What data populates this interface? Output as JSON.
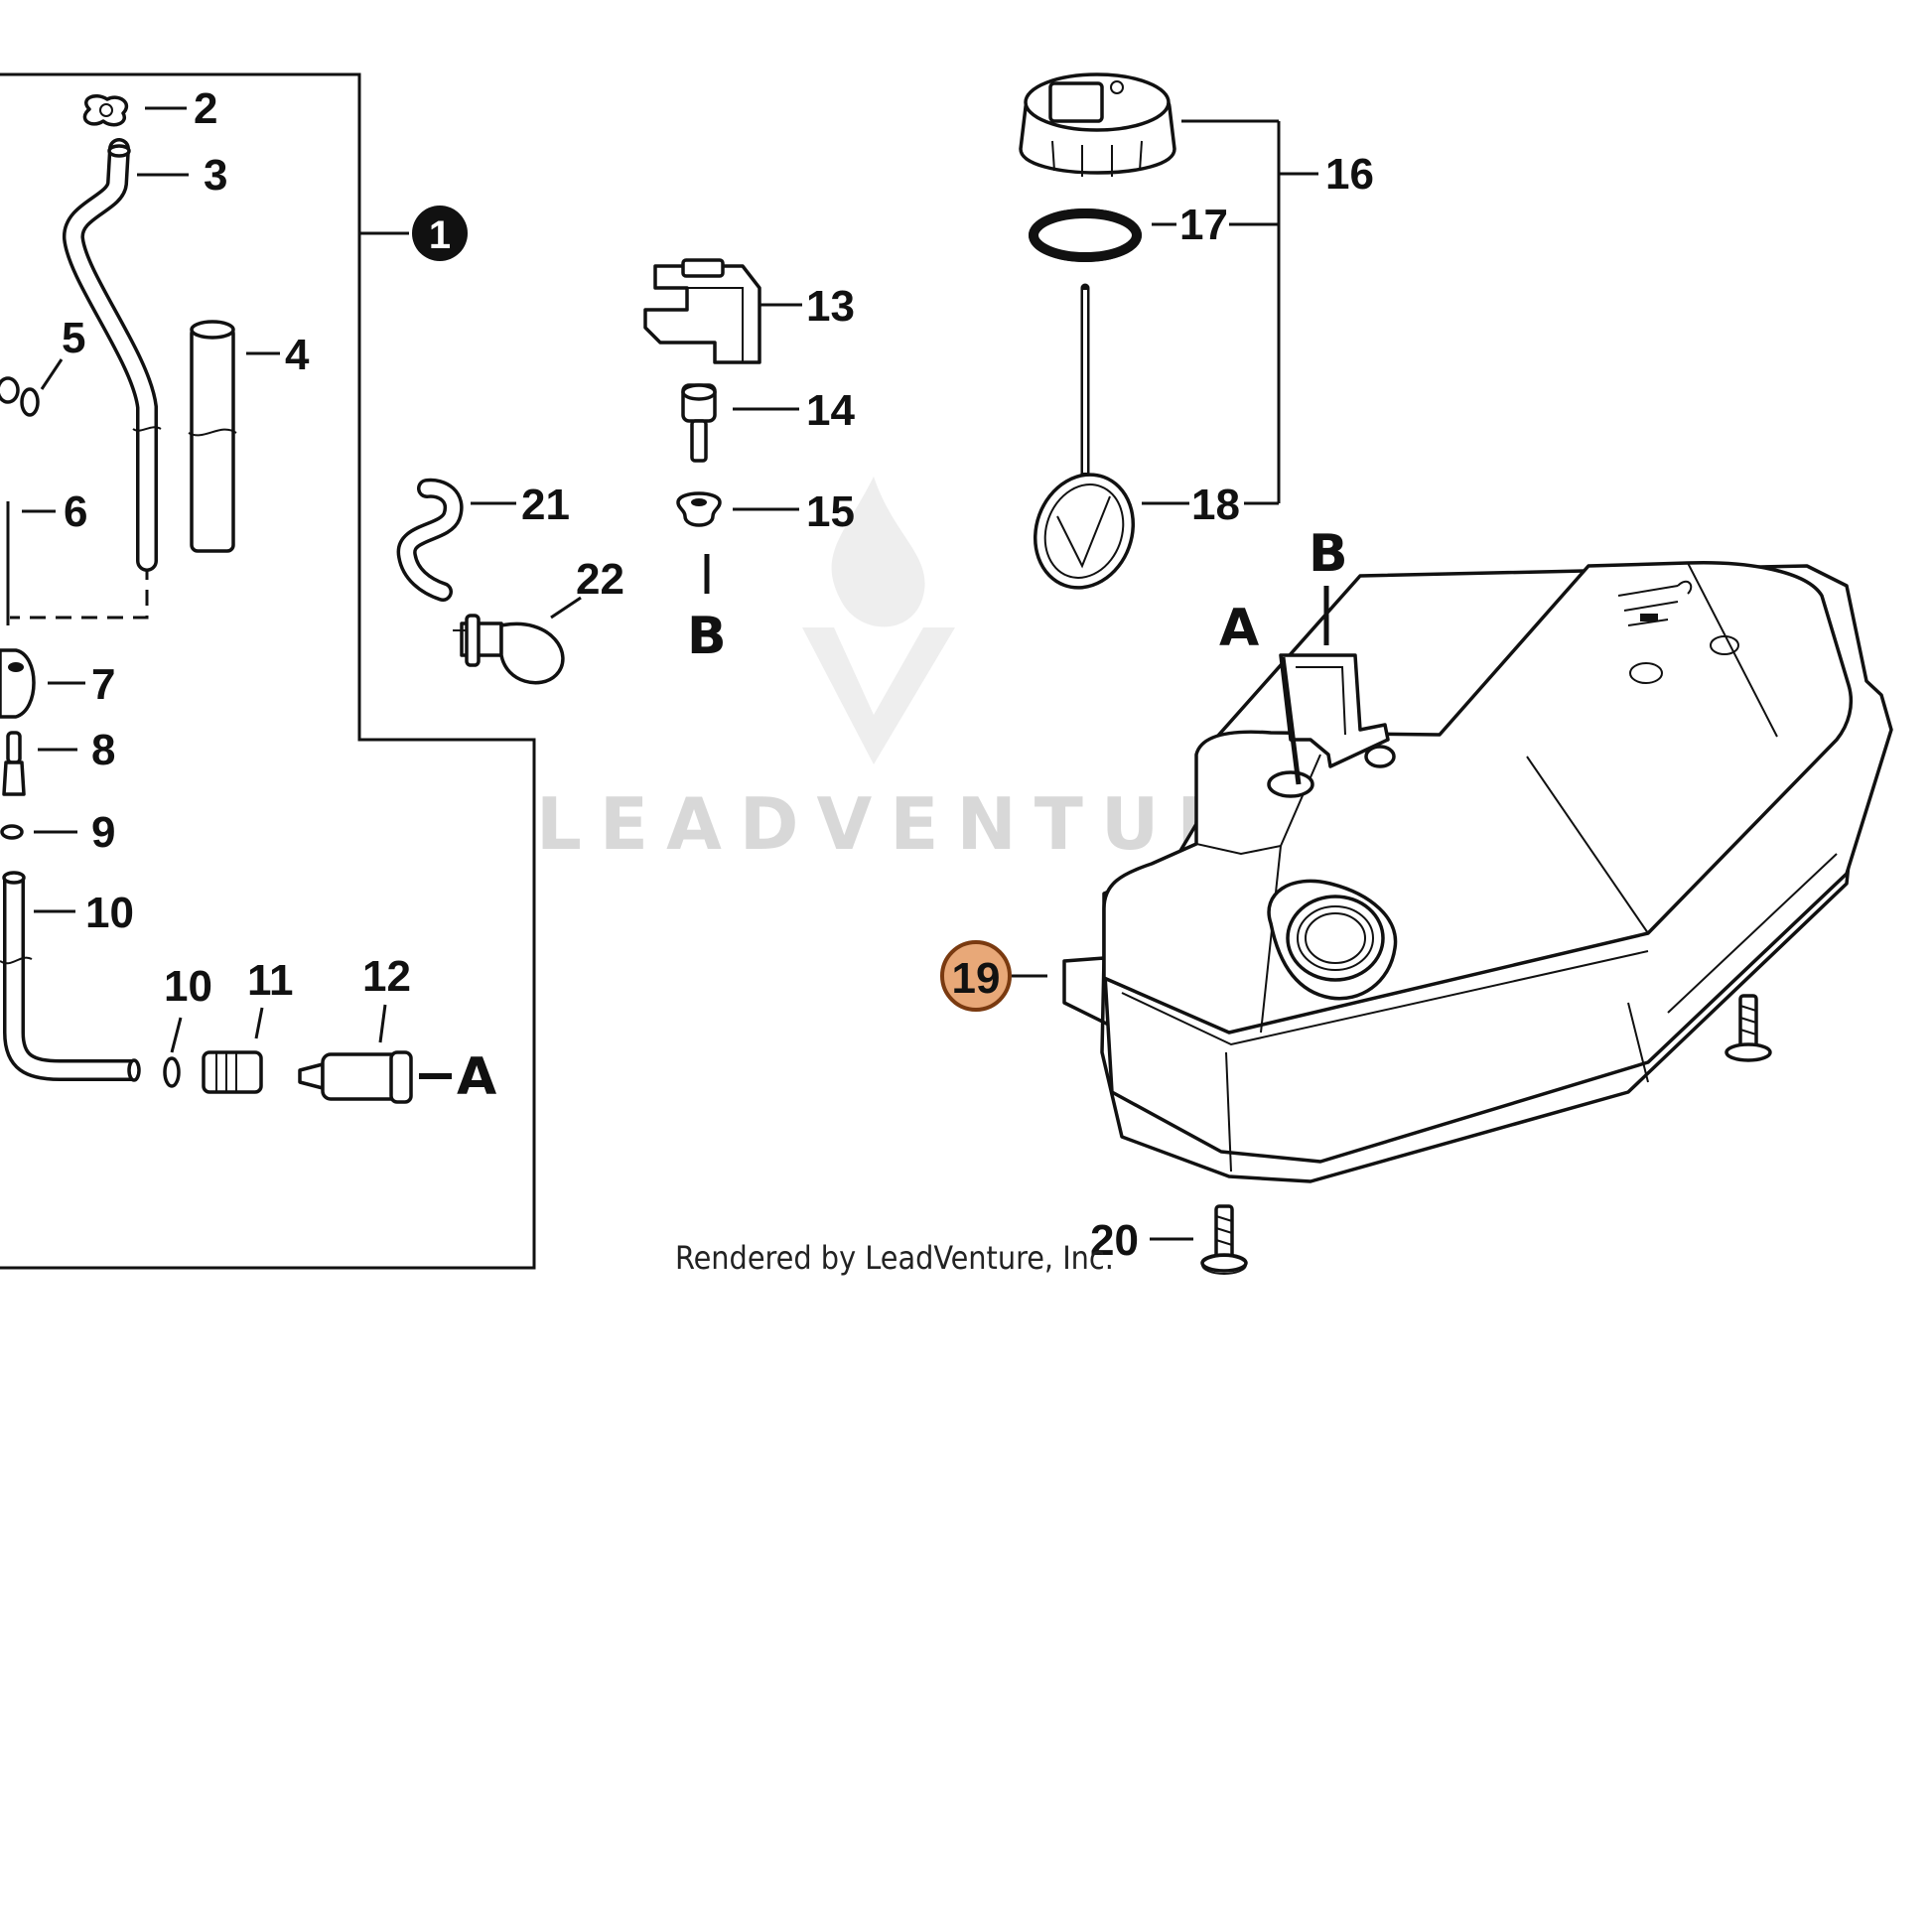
{
  "watermark": "LEADVENTURE",
  "credit": "Rendered by LeadVenture, Inc.",
  "group_marker": "1",
  "highlight_color": "#e8a878",
  "highlighted_callout": "19",
  "callouts": {
    "c2": "2",
    "c3": "3",
    "c4": "4",
    "c5": "5",
    "c6": "6",
    "c7": "7",
    "c8": "8",
    "c9": "9",
    "c10a": "10",
    "c10b": "10",
    "c11": "11",
    "c12": "12",
    "c13": "13",
    "c14": "14",
    "c15": "15",
    "c16": "16",
    "c17": "17",
    "c18": "18",
    "c19": "19",
    "c20": "20",
    "c21": "21",
    "c22": "22"
  },
  "connectors": {
    "a_line": "A",
    "a_tank": "A",
    "b_grommet": "B",
    "b_tank": "B"
  }
}
